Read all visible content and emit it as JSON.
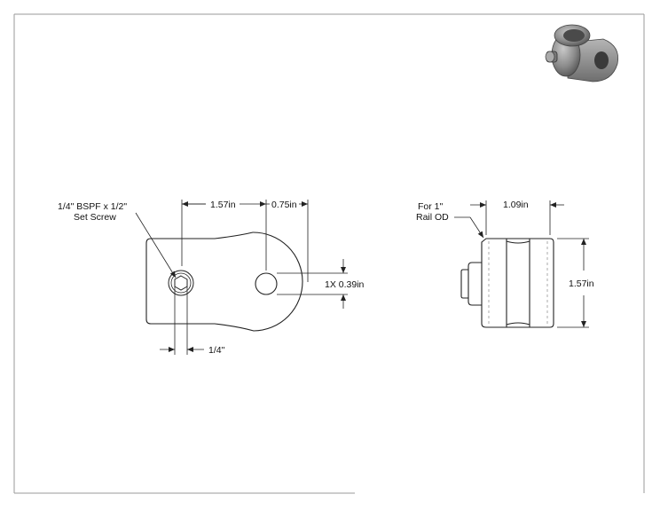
{
  "drawing": {
    "screw_callout_line1": "1/4\" BSPF x 1/2\"",
    "screw_callout_line2": "Set Screw",
    "dim_screw_to_hole": "1.57in",
    "dim_hole_to_end": "0.75in",
    "dim_hole_diameter": "1X 0.39in",
    "dim_screw_offset": "1/4\"",
    "rail_callout_line1": "For 1\"",
    "rail_callout_line2": "Rail OD",
    "dim_side_width": "1.09in",
    "dim_side_height": "1.57in"
  },
  "colors": {
    "line": "#222222",
    "hidden_line": "#888888",
    "border": "#9a9a9a",
    "part_metal": "#8c8c8c"
  },
  "icons": {
    "iso_view": "3d-part-render-icon"
  }
}
